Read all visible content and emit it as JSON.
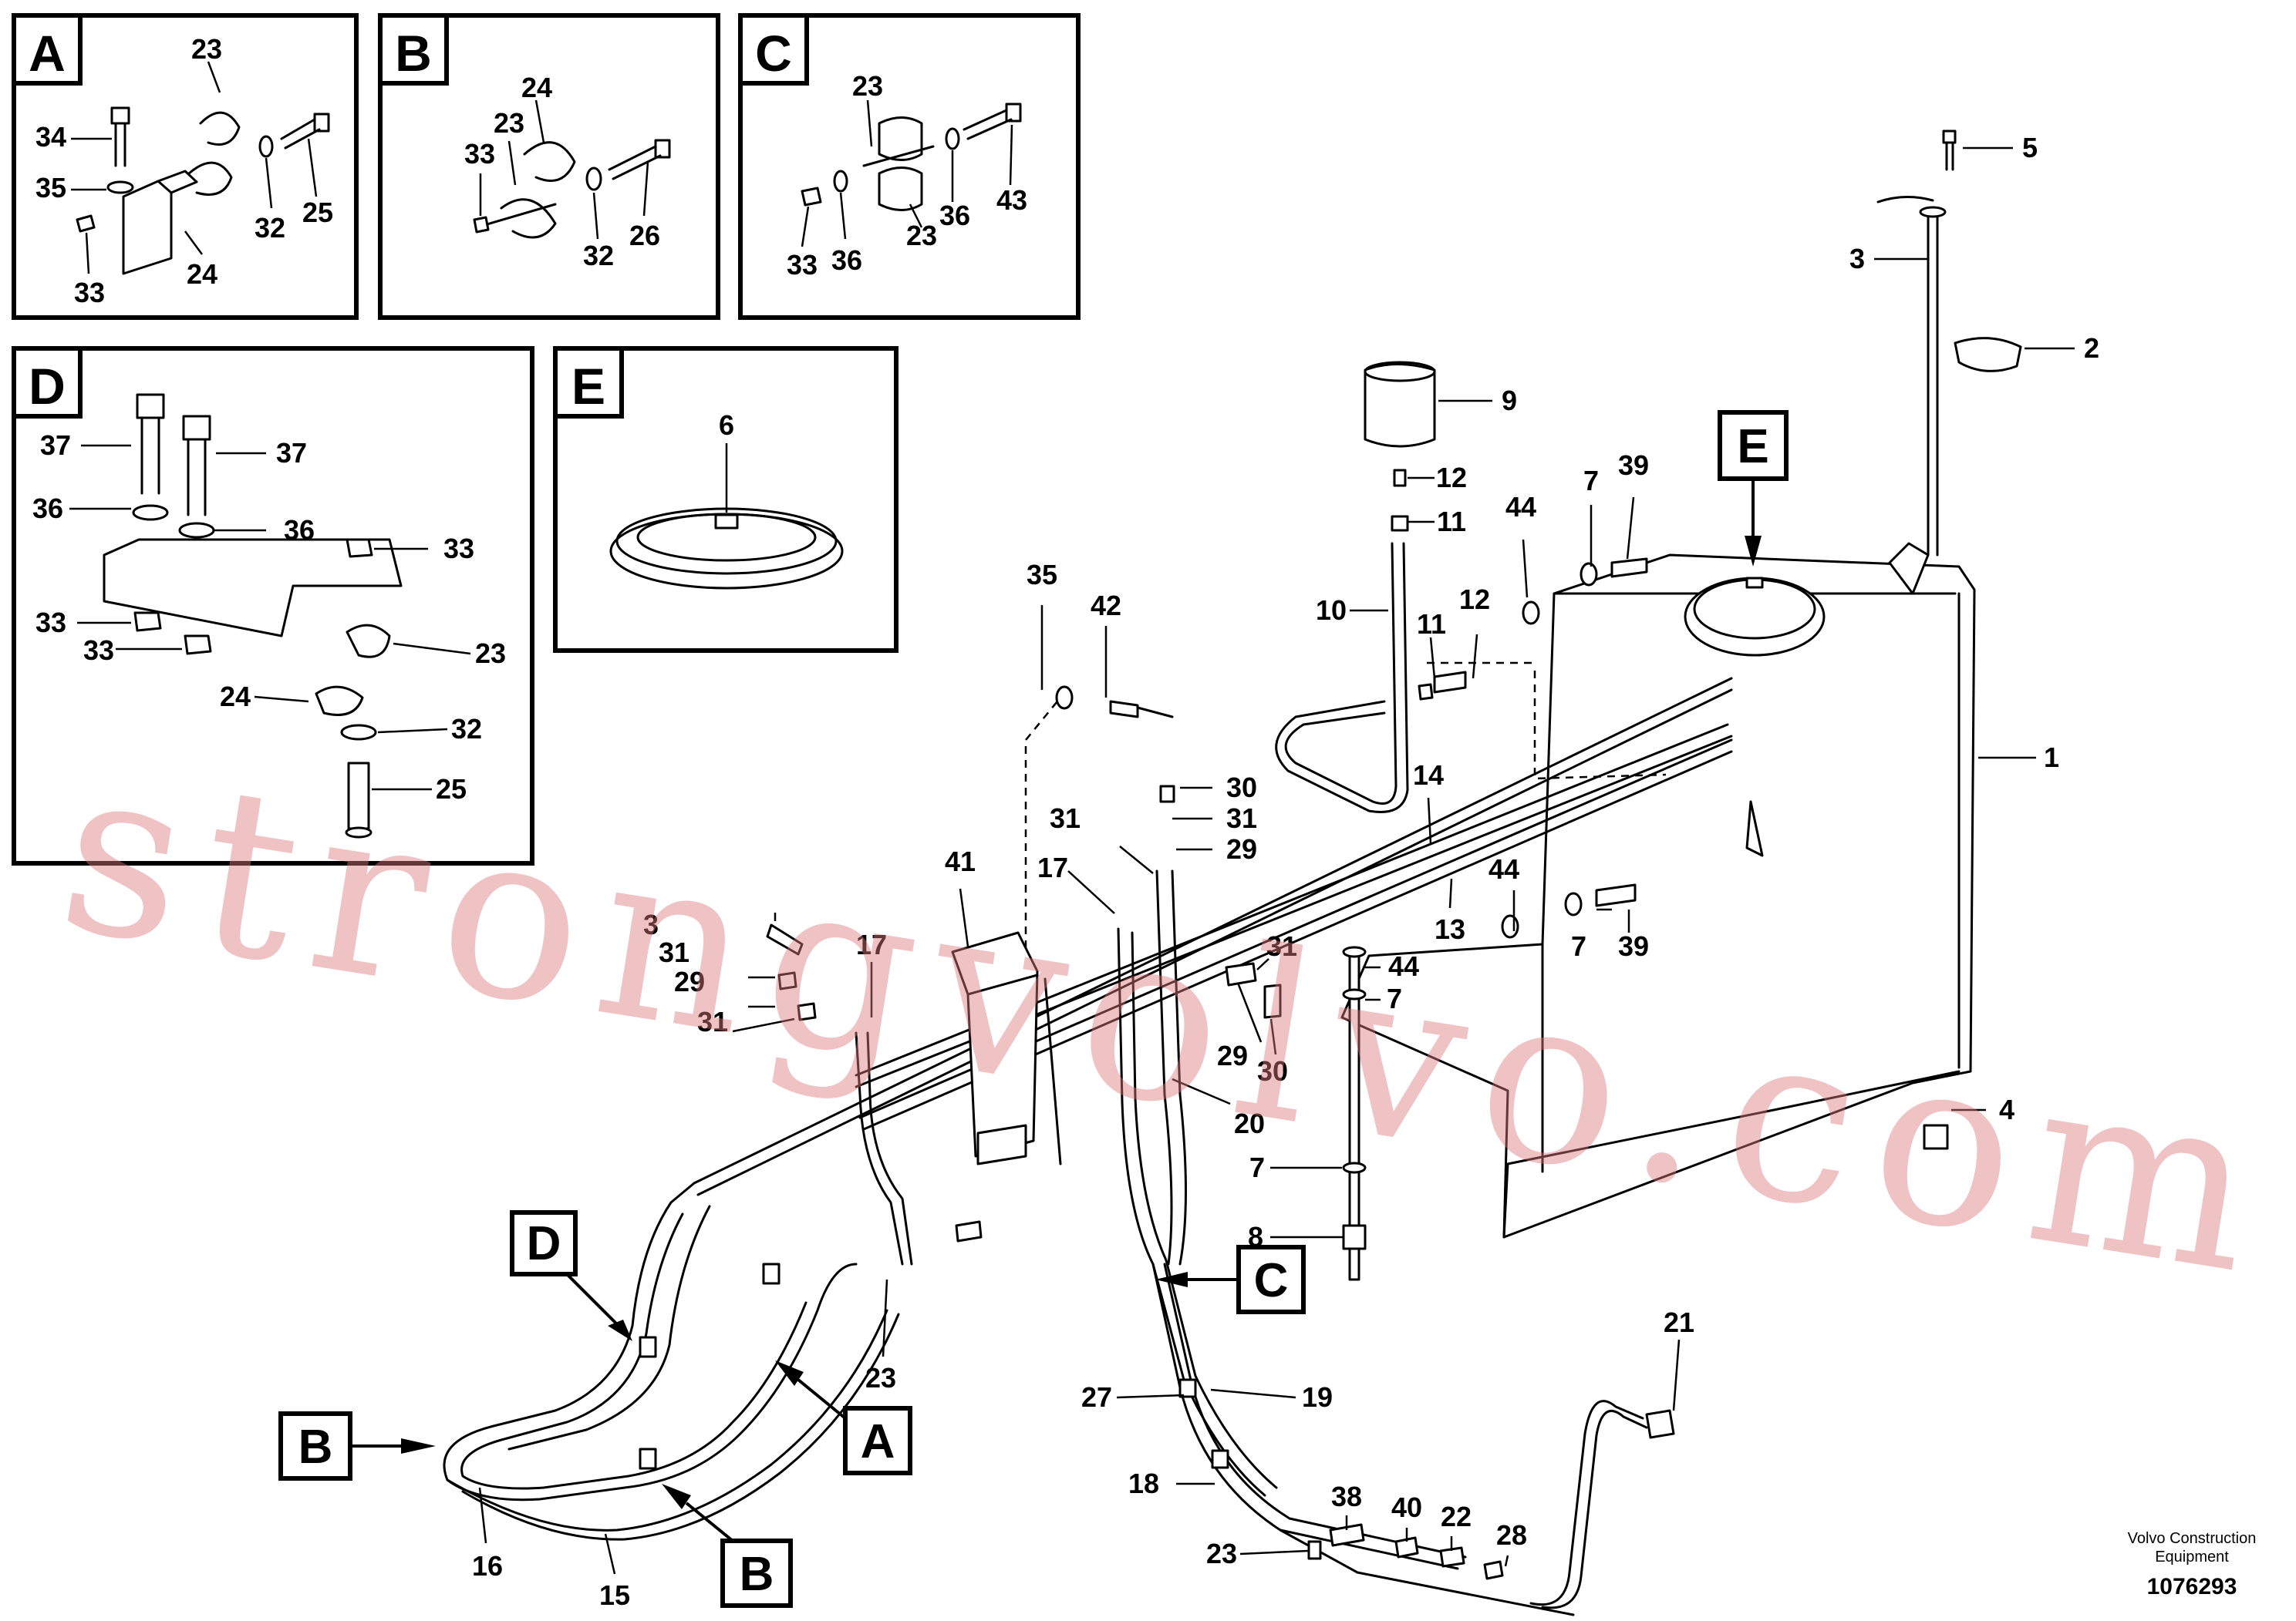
{
  "detail_boxes": [
    {
      "letter": "A",
      "labels": [
        "23",
        "34",
        "35",
        "33",
        "24",
        "32",
        "25"
      ]
    },
    {
      "letter": "B",
      "labels": [
        "24",
        "23",
        "33",
        "32",
        "26"
      ]
    },
    {
      "letter": "C",
      "labels": [
        "23",
        "33",
        "36",
        "23",
        "36",
        "43"
      ]
    },
    {
      "letter": "D",
      "labels": [
        "37",
        "37",
        "36",
        "36",
        "33",
        "33",
        "33",
        "23",
        "24",
        "32",
        "25"
      ]
    },
    {
      "letter": "E",
      "labels": [
        "6"
      ]
    }
  ],
  "main_labels": [
    "5",
    "3",
    "2",
    "9",
    "12",
    "11",
    "10",
    "7",
    "39",
    "44",
    "12",
    "11",
    "1",
    "35",
    "42",
    "14",
    "30",
    "31",
    "31",
    "29",
    "13",
    "44",
    "7",
    "39",
    "41",
    "17",
    "3",
    "31",
    "29",
    "31",
    "17",
    "31",
    "44",
    "7",
    "29",
    "30",
    "20",
    "4",
    "7",
    "8",
    "21",
    "23",
    "27",
    "19",
    "18",
    "38",
    "40",
    "22",
    "28",
    "23",
    "16",
    "15"
  ],
  "callouts": {
    "e": "E",
    "d": "D",
    "c": "C",
    "b1": "B",
    "a": "A",
    "b2": "B"
  },
  "watermark": "strongvolvo.com",
  "publisher": {
    "line1": "Volvo Construction",
    "line2": "Equipment",
    "number": "1076293"
  }
}
